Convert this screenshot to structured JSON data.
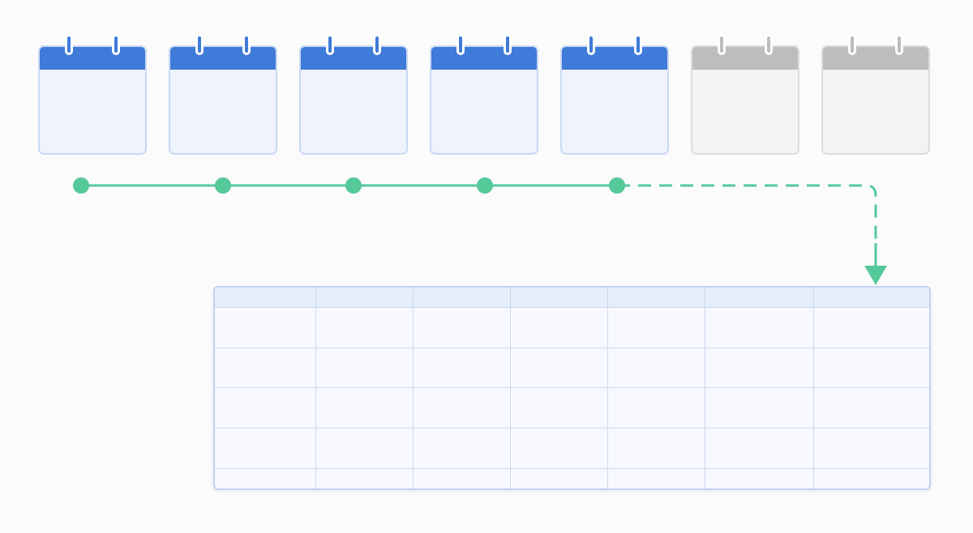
{
  "calendars": [
    {
      "state": "active"
    },
    {
      "state": "active"
    },
    {
      "state": "active"
    },
    {
      "state": "active"
    },
    {
      "state": "active"
    },
    {
      "state": "inactive"
    },
    {
      "state": "inactive"
    }
  ],
  "timeline": {
    "completed_steps": 5,
    "pending_steps": 2,
    "line_style_completed": "solid",
    "line_style_pending": "dashed"
  },
  "table": {
    "columns": 7,
    "header_rows": 1,
    "body_rows": 5
  },
  "colors": {
    "active_header": "#3f7bd8",
    "active_body": "#eef3fd",
    "inactive_header": "#bdbdc0",
    "inactive_body": "#f3f3f4",
    "connector": "#55c99a",
    "table_border": "#c2d3ee",
    "table_header": "#e6edfb"
  },
  "icons": [
    "calendar-icon",
    "timeline-dot-icon",
    "arrow-down-icon",
    "table-grid-icon"
  ]
}
